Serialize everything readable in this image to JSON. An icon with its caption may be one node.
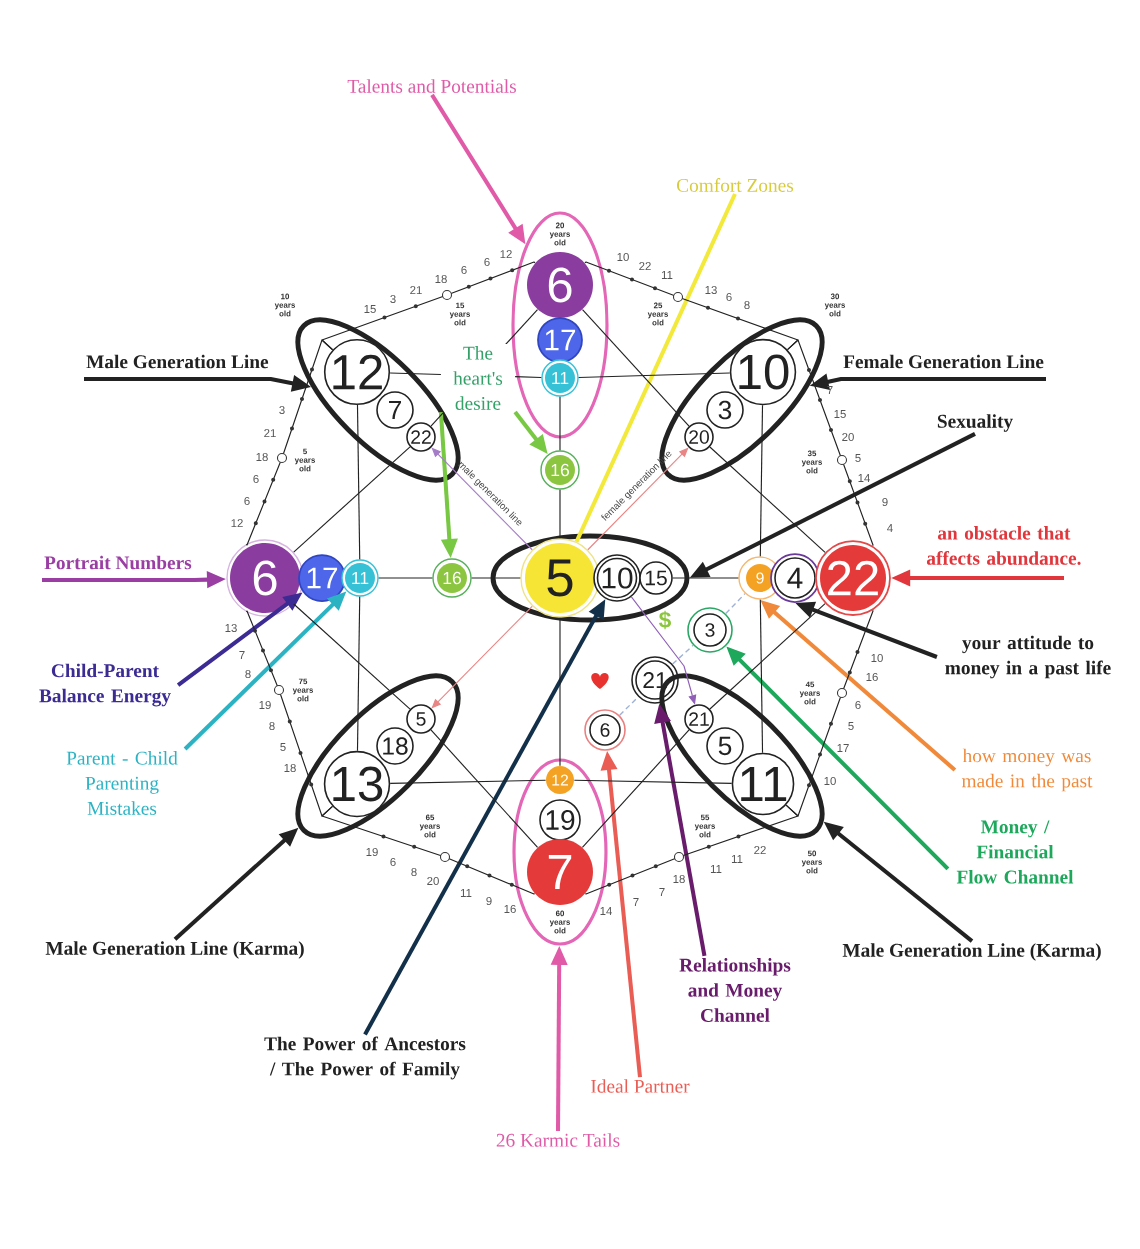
{
  "diagram": {
    "nodes": [
      {
        "text": [
          "Talents and Potentials"
        ]
      },
      {
        "text": [
          "Comfort Zones"
        ]
      },
      {
        "text": [],
        "shape": "ellipse"
      },
      {
        "text": [
          "6"
        ],
        "in": 2
      },
      {
        "text": [
          "17"
        ],
        "in": 2
      },
      {
        "text": [
          "11"
        ],
        "in": 2
      },
      {
        "text": [
          "Male Generation Line"
        ]
      },
      {
        "text": [],
        "shape": "ellipse"
      },
      {
        "text": [
          "12"
        ],
        "in": 7
      },
      {
        "text": [
          "7"
        ],
        "in": 7
      },
      {
        "text": [
          "22"
        ],
        "in": 7
      },
      {
        "text": [
          "The heart's desire"
        ]
      },
      {
        "text": [],
        "shape": "ellipse"
      },
      {
        "text": [
          "10"
        ],
        "in": 12
      },
      {
        "text": [
          "3"
        ],
        "in": 12
      },
      {
        "text": [
          "20"
        ],
        "in": 12
      },
      {
        "text": [
          "Female Generation Line"
        ]
      },
      {
        "text": [
          "Sexuality"
        ]
      },
      {
        "text": [
          "16"
        ]
      },
      {
        "text": [
          "Portrait Numbers"
        ]
      },
      {
        "text": [
          "an obstacle that affects abundance."
        ]
      },
      {
        "text": [
          "6"
        ]
      },
      {
        "text": [
          "17"
        ]
      },
      {
        "text": [
          "11"
        ]
      },
      {
        "text": [
          "16"
        ]
      },
      {
        "text": [],
        "shape": "ellipse"
      },
      {
        "text": [
          "5"
        ],
        "in": 25
      },
      {
        "text": [
          "10"
        ],
        "in": 25
      },
      {
        "text": [
          "15"
        ],
        "in": 25
      },
      {
        "text": [
          "9"
        ]
      },
      {
        "text": [
          "4"
        ]
      },
      {
        "text": [
          "22"
        ]
      },
      {
        "text": [
          "3"
        ]
      },
      {
        "text": [
          "your attitude to money in a past life"
        ]
      },
      {
        "text": [
          "21"
        ]
      },
      {
        "text": [
          "Child-Parent Balance Energy"
        ]
      },
      {
        "text": [],
        "shape": "ellipse"
      },
      {
        "text": [
          "5"
        ],
        "in": 36
      },
      {
        "text": [
          "18"
        ],
        "in": 36
      },
      {
        "text": [
          "13"
        ],
        "in": 36
      },
      {
        "text": [],
        "shape": "ellipse"
      },
      {
        "text": [
          "21"
        ],
        "in": 40
      },
      {
        "text": [
          "5"
        ],
        "in": 40
      },
      {
        "text": [
          "11"
        ],
        "in": 40
      },
      {
        "text": [
          "6"
        ]
      },
      {
        "text": [
          "how money was made in the past"
        ]
      },
      {
        "text": [
          "Parent - Child Parenting Mistakes"
        ]
      },
      {
        "text": [],
        "shape": "ellipse"
      },
      {
        "text": [
          "12"
        ],
        "in": 47
      },
      {
        "text": [
          "19"
        ],
        "in": 47
      },
      {
        "text": [
          "7"
        ],
        "in": 47
      },
      {
        "text": [
          "Money / Financial Flow Channel"
        ]
      },
      {
        "text": [
          "Male Generation Line (Karma)"
        ]
      },
      {
        "text": [
          "Male Generation Line (Karma)"
        ]
      },
      {
        "text": [
          "Relationships and Money Channel"
        ]
      },
      {
        "text": [
          "The Power of Ancestors / The Power of Family"
        ]
      },
      {
        "text": [
          "Ideal Partner"
        ]
      },
      {
        "text": [
          "26 Karmic Tails"
        ]
      }
    ],
    "edges": [
      {
        "from": 0,
        "to": 2,
        "arrow": "to",
        "style": "thick",
        "color": "#e05aa8"
      },
      {
        "from": 1,
        "to": 26,
        "arrow": "none",
        "style": "thick",
        "color": "#f2e93a"
      },
      {
        "from": 6,
        "to": 7,
        "arrow": "to",
        "style": "thick"
      },
      {
        "from": 11,
        "to": 18,
        "arrow": "to",
        "style": "thick",
        "color": "#79c843"
      },
      {
        "from": 11,
        "to": 24,
        "arrow": "to",
        "style": "thick",
        "color": "#79c843"
      },
      {
        "from": 16,
        "to": 12,
        "arrow": "to",
        "style": "thick"
      },
      {
        "from": 17,
        "to": 25,
        "arrow": "to",
        "style": "thick"
      },
      {
        "from": 19,
        "to": 21,
        "arrow": "to",
        "style": "thick",
        "color": "#9a3ea3"
      },
      {
        "from": 20,
        "to": 31,
        "arrow": "to",
        "style": "thick",
        "color": "#e0363c"
      },
      {
        "from": 33,
        "to": 30,
        "arrow": "to",
        "style": "thick"
      },
      {
        "from": 35,
        "to": 22,
        "arrow": "to",
        "style": "thick",
        "color": "#3b2b93"
      },
      {
        "from": 45,
        "to": 29,
        "arrow": "to",
        "style": "thick",
        "color": "#f08a3a"
      },
      {
        "from": 46,
        "to": 23,
        "arrow": "to",
        "style": "thick",
        "color": "#2bb3c4"
      },
      {
        "from": 51,
        "to": 32,
        "arrow": "to",
        "style": "thick",
        "color": "#1ea85c"
      },
      {
        "from": 52,
        "to": 36,
        "arrow": "to",
        "style": "thick"
      },
      {
        "from": 53,
        "to": 40,
        "arrow": "to",
        "style": "thick"
      },
      {
        "from": 54,
        "to": 34,
        "arrow": "to",
        "style": "thick",
        "color": "#6a1c6c"
      },
      {
        "from": 55,
        "to": 27,
        "arrow": "to",
        "style": "thick",
        "color": "#12304a"
      },
      {
        "from": 56,
        "to": 44,
        "arrow": "to",
        "style": "thick",
        "color": "#ea5d55"
      },
      {
        "from": 57,
        "to": 47,
        "arrow": "to",
        "style": "thick",
        "color": "#e05aa8"
      },
      {
        "from": 26,
        "to": 10,
        "arrow": "to",
        "color": "#a57cc8",
        "label": "male generation line"
      },
      {
        "from": 26,
        "to": 15,
        "arrow": "to",
        "color": "#e88585",
        "label": "female generation line"
      },
      {
        "from": 26,
        "to": 37,
        "arrow": "to",
        "color": "#e88585"
      },
      {
        "from": 27,
        "to": 41,
        "arrow": "to",
        "color": "#9060b8"
      },
      {
        "from": 44,
        "to": 34,
        "arrow": "none",
        "style": "dashed",
        "color": "#9fb2d6"
      },
      {
        "from": 34,
        "to": 32,
        "arrow": "none",
        "style": "dashed",
        "color": "#9fb2d6"
      },
      {
        "from": 32,
        "to": 29,
        "arrow": "none",
        "style": "dashed",
        "color": "#9fb2d6"
      },
      {
        "from": 23,
        "to": 24,
        "arrow": "none"
      },
      {
        "from": 24,
        "to": 26,
        "arrow": "none"
      },
      {
        "from": 28,
        "to": 29,
        "arrow": "none"
      },
      {
        "from": 5,
        "to": 18,
        "arrow": "none"
      },
      {
        "from": 18,
        "to": 26,
        "arrow": "none"
      },
      {
        "from": 26,
        "to": 48,
        "arrow": "none"
      },
      {
        "from": 8,
        "to": 5,
        "arrow": "none"
      },
      {
        "from": 5,
        "to": 13,
        "arrow": "none"
      },
      {
        "from": 8,
        "to": 23,
        "arrow": "none"
      },
      {
        "from": 23,
        "to": 39,
        "arrow": "none"
      },
      {
        "from": 13,
        "to": 29,
        "arrow": "none"
      },
      {
        "from": 29,
        "to": 43,
        "arrow": "none"
      },
      {
        "from": 39,
        "to": 48,
        "arrow": "none"
      },
      {
        "from": 48,
        "to": 43,
        "arrow": "none"
      },
      {
        "from": 3,
        "to": 10,
        "arrow": "none"
      },
      {
        "from": 10,
        "to": 21,
        "arrow": "none"
      },
      {
        "from": 3,
        "to": 15,
        "arrow": "none"
      },
      {
        "from": 15,
        "to": 31,
        "arrow": "none"
      },
      {
        "from": 21,
        "to": 37,
        "arrow": "none"
      },
      {
        "from": 37,
        "to": 50,
        "arrow": "none"
      },
      {
        "from": 31,
        "to": 41,
        "arrow": "none"
      },
      {
        "from": 41,
        "to": 50,
        "arrow": "none"
      },
      {
        "from": 3,
        "to": 8,
        "arrow": "none"
      },
      {
        "from": 8,
        "to": 21,
        "arrow": "none"
      },
      {
        "from": 21,
        "to": 39,
        "arrow": "none"
      },
      {
        "from": 39,
        "to": 50,
        "arrow": "none"
      },
      {
        "from": 50,
        "to": 43,
        "arrow": "none"
      },
      {
        "from": 43,
        "to": 31,
        "arrow": "none"
      },
      {
        "from": 31,
        "to": 13,
        "arrow": "none"
      },
      {
        "from": 13,
        "to": 3,
        "arrow": "none"
      }
    ],
    "labels": [
      "20 years old",
      "12",
      "10",
      "6",
      "22",
      "6",
      "11",
      "18",
      "21",
      "13",
      "6",
      "3",
      "8",
      "10 years old",
      "30 years old",
      "15",
      "15 years old",
      "25 years old",
      "7",
      "3",
      "15",
      "21",
      "20",
      "18",
      "5",
      "5 years old",
      "35 years old",
      "14",
      "6",
      "6",
      "9",
      "12",
      "4",
      "$",
      "13",
      "7",
      "10",
      "8",
      "16",
      "75 years old",
      "45 years old",
      "19",
      "6",
      "8",
      "5",
      "5",
      "17",
      "18",
      "10",
      "65 years old",
      "55 years old",
      "22",
      "19",
      "11",
      "50 years old",
      "6",
      "11",
      "8",
      "18",
      "20",
      "7",
      "11",
      "9",
      "7",
      "16",
      "14",
      "60 years old"
    ]
  }
}
